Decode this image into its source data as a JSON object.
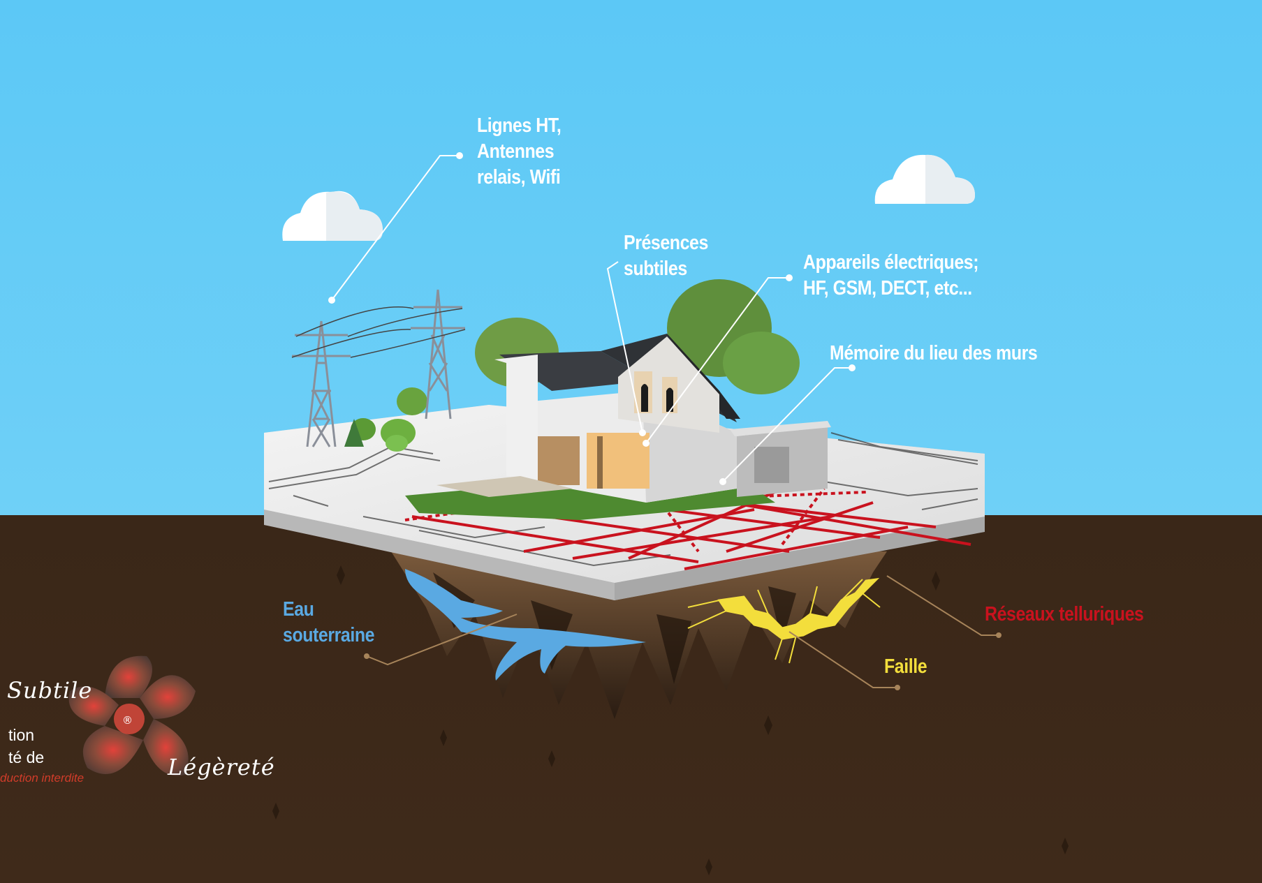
{
  "labels": {
    "lignes": "Lignes HT,\nAntennes\nrelais, Wifi",
    "presences": "Présences\nsubtiles",
    "appareils": "Appareils électriques;\nHF, GSM, DECT, etc...",
    "memoire": "Mémoire du lieu des murs",
    "eau": "Eau\nsouterraine",
    "reseaux": "Réseaux telluriques",
    "faille": "Faille"
  },
  "logo": {
    "subtile": "Subtile",
    "legerete": "Légèreté",
    "registered": "®",
    "line1": "tion",
    "line2": "té de",
    "line3": "duction interdite"
  },
  "colors": {
    "sky_top": "#5cc8f6",
    "ground": "#3a2718",
    "water": "#5aa9e2",
    "telluric": "#c9121e",
    "fault": "#f3de3c",
    "label_text": "#ffffff"
  },
  "icons": [
    "cloud-icon",
    "pylon-icon",
    "house-icon",
    "tree-icon",
    "logo-flower-icon"
  ]
}
